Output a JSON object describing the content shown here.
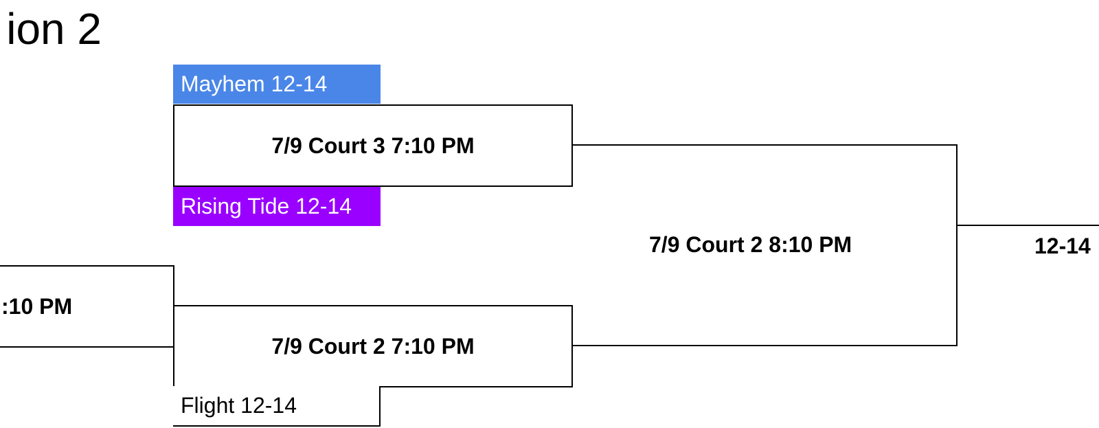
{
  "title": "ion 2",
  "teams": {
    "top_left": {
      "name": "Mayhem 12-14",
      "color": "#4a86e8",
      "text_color": "#ffffff"
    },
    "mid_left": {
      "name": "Rising Tide 12-14",
      "color": "#9900ff",
      "text_color": "#ffffff"
    },
    "bottom_left": {
      "name": "Flight 12-14",
      "color": "#ffffff",
      "text_color": "#000000"
    }
  },
  "games": {
    "left_partial": ":10 PM",
    "semi_top": "7/9 Court 3 7:10 PM",
    "semi_bottom": "7/9 Court 2 7:10 PM",
    "final": "7/9 Court 2 8:10 PM",
    "right_partial": "12-14"
  }
}
